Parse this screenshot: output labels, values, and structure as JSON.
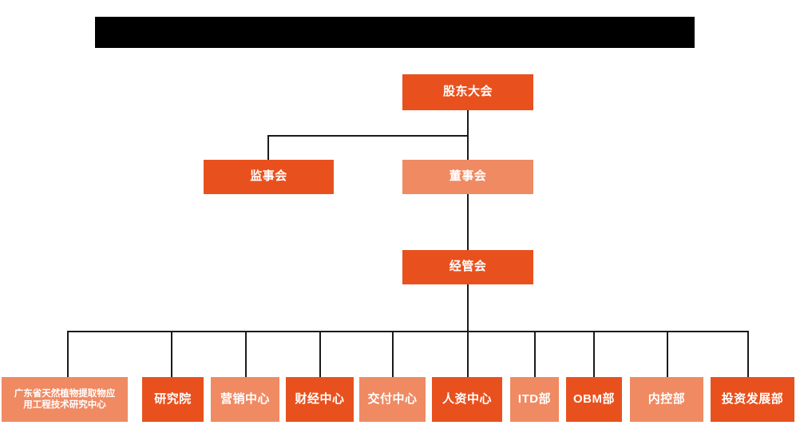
{
  "banner": {
    "name": "redacted-title-banner",
    "text": ""
  },
  "chart_data": {
    "type": "diagram",
    "title": "",
    "orientation": "top-down",
    "palette": {
      "dark_orange": "#e8511e",
      "light_orange": "#ef8a63",
      "line": "#1a1a1a",
      "text": "#ffffff",
      "background": "#ffffff"
    },
    "nodes": [
      {
        "id": "n1",
        "label": "股东大会",
        "level": 1,
        "tone": "dark"
      },
      {
        "id": "n2",
        "label": "监事会",
        "level": 2,
        "tone": "dark"
      },
      {
        "id": "n3",
        "label": "董事会",
        "level": 2,
        "tone": "light"
      },
      {
        "id": "n4",
        "label": "经管会",
        "level": 3,
        "tone": "dark"
      },
      {
        "id": "d1",
        "label": "广东省天然植物提取物应用工程技术研究中心",
        "level": 4,
        "tone": "light"
      },
      {
        "id": "d2",
        "label": "研究院",
        "level": 4,
        "tone": "dark"
      },
      {
        "id": "d3",
        "label": "营销中心",
        "level": 4,
        "tone": "light"
      },
      {
        "id": "d4",
        "label": "财经中心",
        "level": 4,
        "tone": "dark"
      },
      {
        "id": "d5",
        "label": "交付中心",
        "level": 4,
        "tone": "light"
      },
      {
        "id": "d6",
        "label": "人资中心",
        "level": 4,
        "tone": "dark"
      },
      {
        "id": "d7",
        "label": "ITD部",
        "level": 4,
        "tone": "light"
      },
      {
        "id": "d8",
        "label": "OBM部",
        "level": 4,
        "tone": "dark"
      },
      {
        "id": "d9",
        "label": "内控部",
        "level": 4,
        "tone": "light"
      },
      {
        "id": "d10",
        "label": "投资发展部",
        "level": 4,
        "tone": "dark"
      }
    ],
    "edges": [
      {
        "from": "n1",
        "to": "n2"
      },
      {
        "from": "n1",
        "to": "n3"
      },
      {
        "from": "n3",
        "to": "n4"
      },
      {
        "from": "n4",
        "to": "d1"
      },
      {
        "from": "n4",
        "to": "d2"
      },
      {
        "from": "n4",
        "to": "d3"
      },
      {
        "from": "n4",
        "to": "d4"
      },
      {
        "from": "n4",
        "to": "d5"
      },
      {
        "from": "n4",
        "to": "d6"
      },
      {
        "from": "n4",
        "to": "d7"
      },
      {
        "from": "n4",
        "to": "d8"
      },
      {
        "from": "n4",
        "to": "d9"
      },
      {
        "from": "n4",
        "to": "d10"
      }
    ]
  },
  "nodes": {
    "shareholders_meeting": "股东大会",
    "supervisory_board": "监事会",
    "board_of_directors": "董事会",
    "management_committee": "经管会",
    "dept_01_line1": "广东省天然植物提取物应",
    "dept_01_line2": "用工程技术研究中心",
    "dept_02": "研究院",
    "dept_03": "营销中心",
    "dept_04": "财经中心",
    "dept_05": "交付中心",
    "dept_06": "人资中心",
    "dept_07": "ITD部",
    "dept_08": "OBM部",
    "dept_09": "内控部",
    "dept_10": "投资发展部"
  }
}
